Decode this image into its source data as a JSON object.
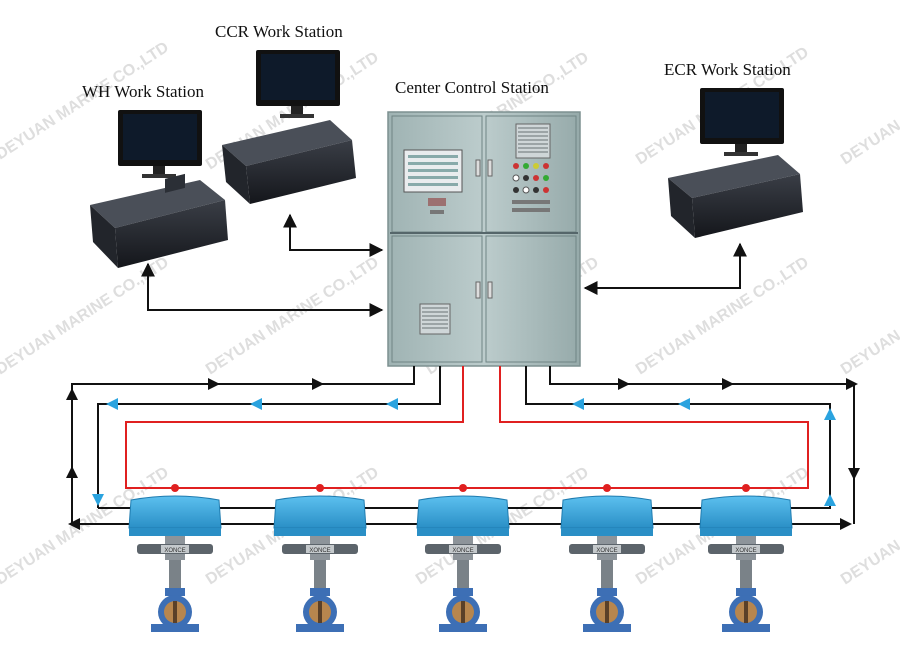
{
  "labels": {
    "wh": "WH Work Station",
    "ccr": "CCR Work Station",
    "center": "Center Control Station",
    "ecr": "ECR Work Station"
  },
  "watermark": "DEYUAN MARINE CO.,LTD",
  "valve_plate": "XONCE",
  "colors": {
    "signal_line": "#111111",
    "power_line": "#e02020",
    "return_arrow": "#2aa3df",
    "actuator": "#3fa9dc",
    "cabinet": "#a9bcbc",
    "valve_body": "#3d6fb5"
  }
}
